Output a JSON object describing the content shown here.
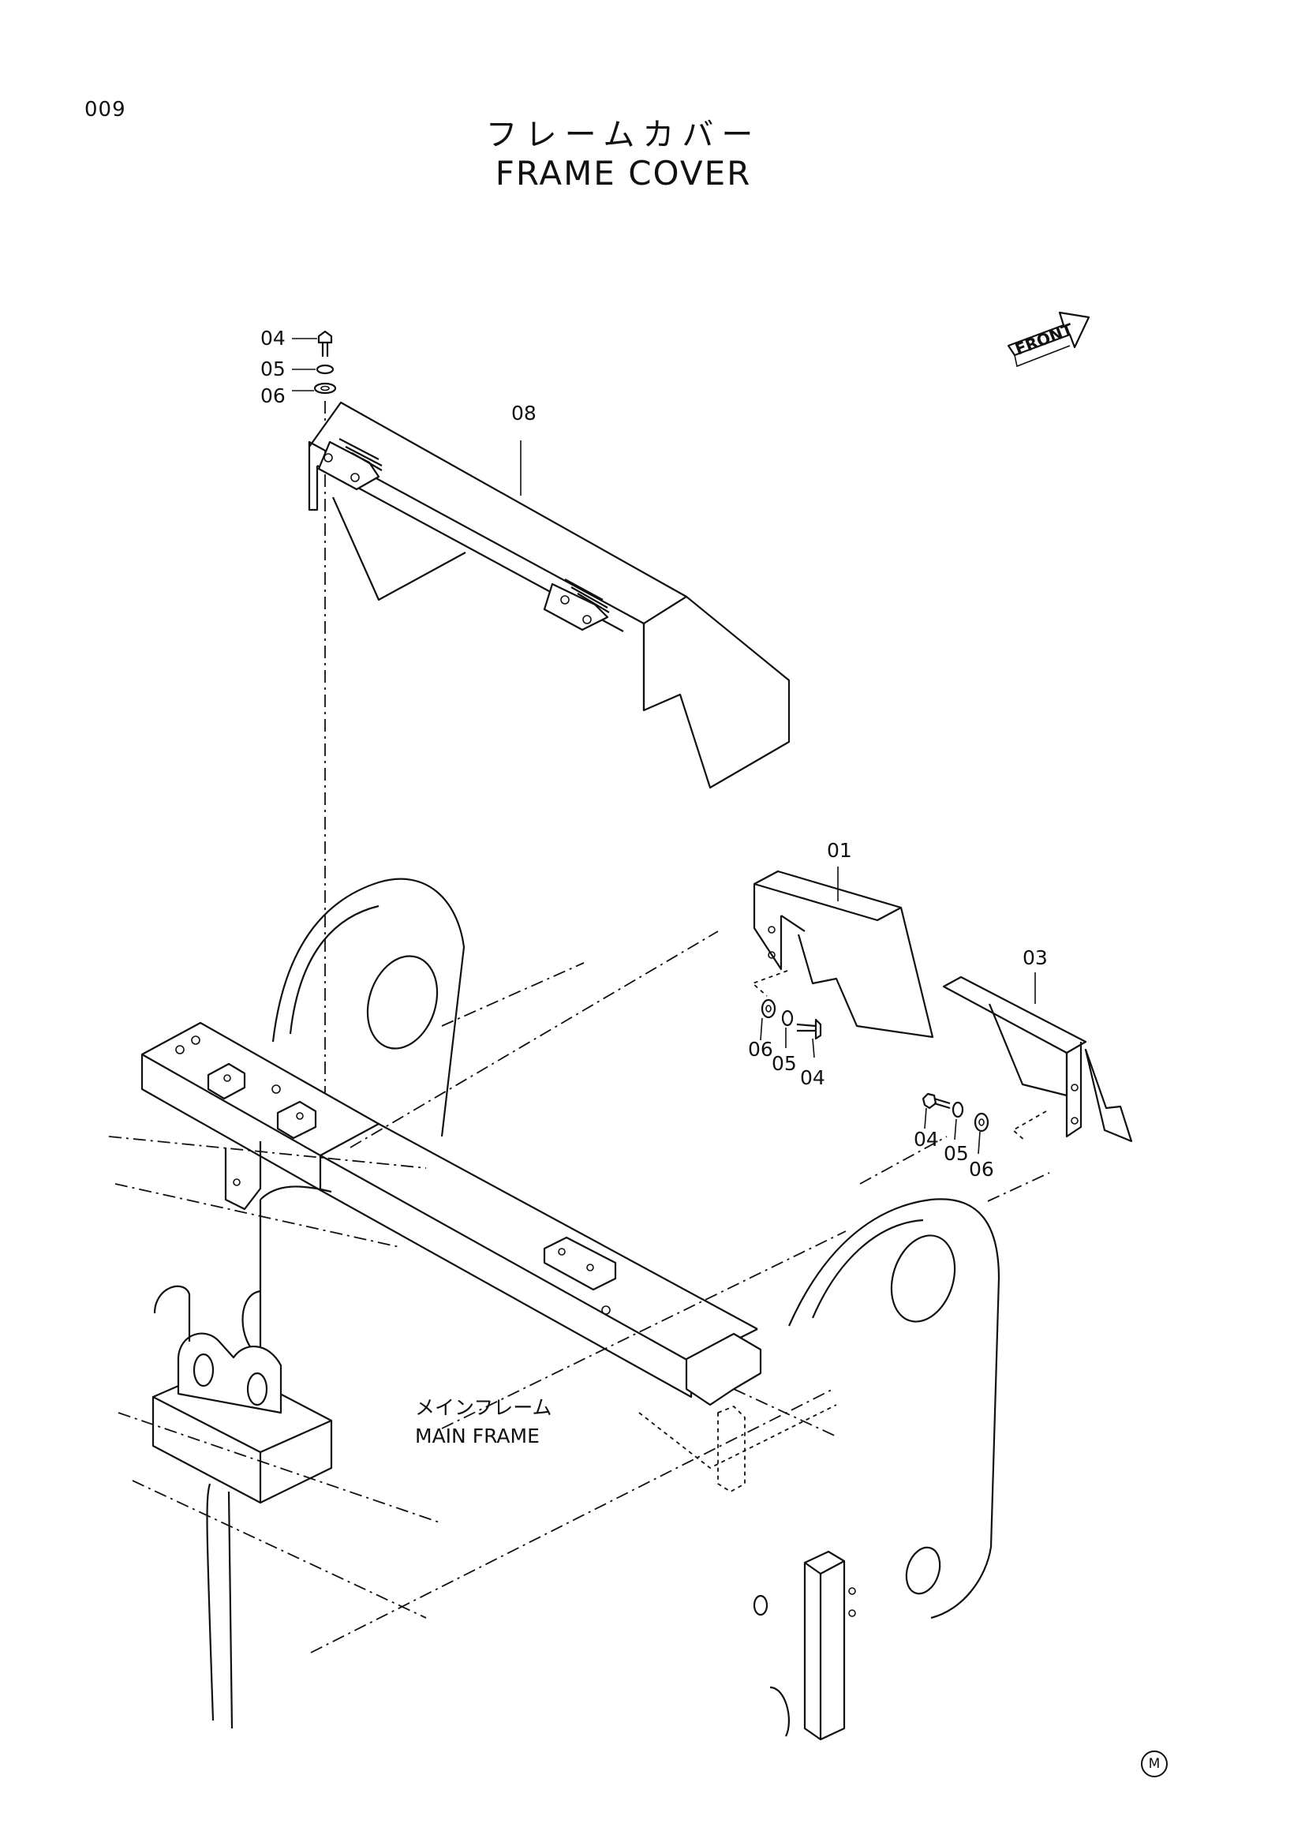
{
  "page_number": "009",
  "title_jp": "フレームカバー",
  "title_en": "FRAME COVER",
  "front_label": "FRONT",
  "callouts": {
    "top_bolt": "04",
    "top_lockwasher": "05",
    "top_washer": "06",
    "cover_top": "08",
    "cover_left": "01",
    "cover_right": "03",
    "left_washer": "06",
    "left_lockwasher": "05",
    "left_bolt": "04",
    "right_bolt": "04",
    "right_lockwasher": "05",
    "right_washer": "06"
  },
  "main_frame_jp": "メインフレーム",
  "main_frame_en": "MAIN FRAME",
  "corner_mark": "M"
}
